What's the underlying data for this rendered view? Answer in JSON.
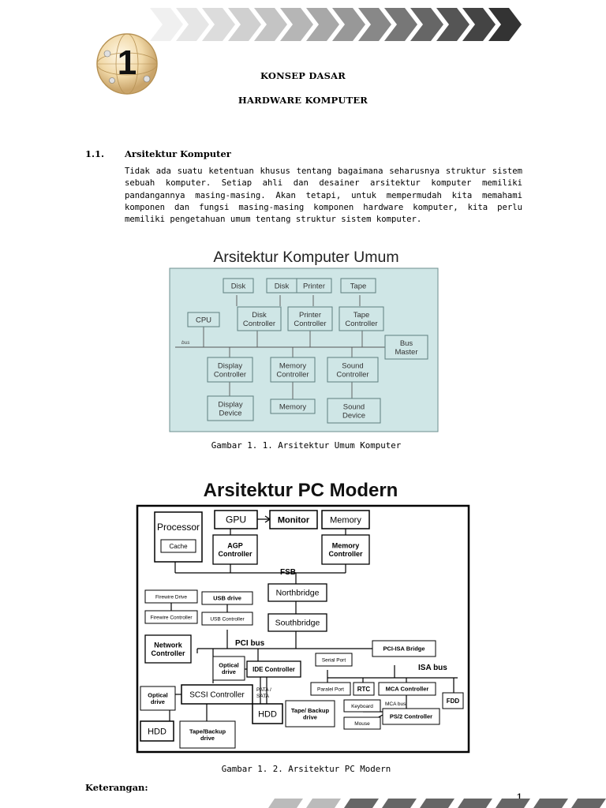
{
  "chapter": {
    "number": "1"
  },
  "title": {
    "line1": "KONSEP DASAR",
    "line2": "HARDWARE KOMPUTER"
  },
  "section": {
    "number": "1.1.",
    "title": "Arsitektur Komputer",
    "paragraph": "Tidak ada suatu ketentuan khusus tentang bagaimana seharusnya struktur sistem sebuah komputer. Setiap ahli dan desainer arsitektur komputer memiliki pandangannya masing-masing. Akan tetapi, untuk mempermudah kita memahami komponen dan fungsi masing-masing komponen hardware komputer, kita perlu memiliki pengetahuan umum tentang struktur sistem komputer."
  },
  "figure1": {
    "title": "Arsitektur Komputer Umum",
    "bus_label": "bus",
    "boxes": {
      "disk1": "Disk",
      "disk2": "Disk",
      "printer": "Printer",
      "tape": "Tape",
      "cpu": "CPU",
      "disk_controller": [
        "Disk",
        "Controller"
      ],
      "printer_controller": [
        "Printer",
        "Controller"
      ],
      "tape_controller": [
        "Tape",
        "Controller"
      ],
      "bus_master": [
        "Bus",
        "Master"
      ],
      "display_controller": [
        "Display",
        "Controller"
      ],
      "memory_controller": [
        "Memory",
        "Controller"
      ],
      "sound_controller": [
        "Sound",
        "Controller"
      ],
      "display_device": [
        "Display",
        "Device"
      ],
      "memory": "Memory",
      "sound_device": [
        "Sound",
        "Device"
      ]
    },
    "caption": "Gambar 1. 1. Arsitektur Umum Komputer",
    "colors": {
      "background": "#cfe6e6",
      "border": "#6d8f8f"
    }
  },
  "figure2": {
    "title": "Arsitektur PC Modern",
    "labels": {
      "processor": "Processor",
      "cache": "Cache",
      "gpu": "GPU",
      "monitor": "Monitor",
      "memory": "Memory",
      "agp_controller": [
        "AGP",
        "Controller"
      ],
      "memory_controller": [
        "Memory",
        "Controller"
      ],
      "fsb": "FSB",
      "firewire_drive": "Firewire Drive",
      "usb_drive": "USB drive",
      "northbridge": "Northbridge",
      "firewire_controller": "Firewire Controller",
      "usb_controller": "USB Controller",
      "southbridge": "Southbridge",
      "network_controller": [
        "Network",
        "Controller"
      ],
      "pci_bus": "PCI bus",
      "pci_isa_bridge": "PCI-ISA Bridge",
      "serial_port": "Serial Port",
      "isa_bus": "ISA bus",
      "optical_drive_top": [
        "Optical",
        "drive"
      ],
      "ide_controller": "IDE Controller",
      "optical_drive_left": [
        "Optical",
        "drive"
      ],
      "scsi_controller": "SCSI Controller",
      "pata_sata": [
        "PATA /",
        "SATA"
      ],
      "parallel_port": "Paralel Port",
      "rtc": "RTC",
      "mca_controller": "MCA Controller",
      "fdd": "FDD",
      "keyboard": "Keyboard",
      "mca_bus": "MCA bus",
      "hdd_left": "HDD",
      "hdd_mid": "HDD",
      "tape_backup_mid": [
        "Tape/ Backup",
        "drive"
      ],
      "ps2_controller": "PS/2 Controller",
      "mouse": "Mouse",
      "tape_backup_bottom": [
        "Tape/Backup",
        "drive"
      ]
    },
    "caption": "Gambar 1. 2. Arsitektur PC Modern"
  },
  "footer": {
    "keterangan": "Keterangan:",
    "page_number": "1"
  }
}
